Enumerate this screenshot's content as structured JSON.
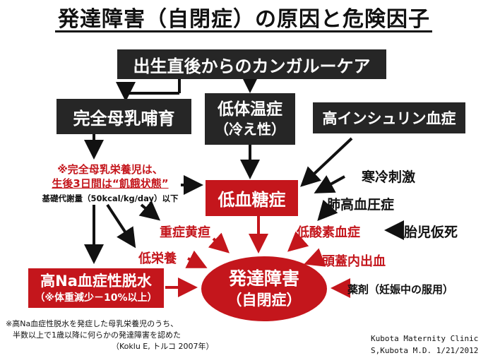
{
  "title": "発達障害（自閉症）の原因と危険因子",
  "boxes": {
    "kangaroo": "出生直後からのカンガルーケア",
    "breastfeeding": "完全母乳哺育",
    "hypothermia_line1": "低体温症",
    "hypothermia_line2": "（冷え性）",
    "hyperinsulinemia": "高インシュリン血症",
    "hypoglycemia": "低血糖症",
    "dehydration_line1": "高Na血症性脱水",
    "dehydration_line2": "（※体重減少－10%以上）",
    "developmental_line1": "発達障害",
    "developmental_line2": "（自閉症）"
  },
  "notes": {
    "starvation_line1": "※完全母乳栄養児は、",
    "starvation_line2": "生後3日間は“飢餓状態”",
    "bmr": "基礎代謝量（50kcal/kg/day）以下",
    "footnote_line1": "※高Na血症性脱水を発症した母乳栄養児のうち、",
    "footnote_line2": "半数以上で1歳以降に何らかの発達障害を認めた",
    "footnote_line3": "（Koklu E, トルコ 2007年）",
    "credit_line1": "Kubota  Maternity  Clinic",
    "credit_line2": "S,Kubota M.D.  1/21/2012"
  },
  "factors": {
    "cold_stimulus": "寒冷刺激",
    "pulmonary_hypertension": "肺高血圧症",
    "fetal_asphyxia": "胎児仮死",
    "hypoxemia": "低酸素血症",
    "severe_jaundice": "重症黄疸",
    "malnutrition": "低栄養",
    "intracranial_hemorrhage": "頭蓋内出血",
    "drugs": "薬剤（妊娠中の服用）"
  },
  "colors": {
    "accent_red": "#c4161c",
    "box_dark": "#262626",
    "text": "#111111"
  }
}
